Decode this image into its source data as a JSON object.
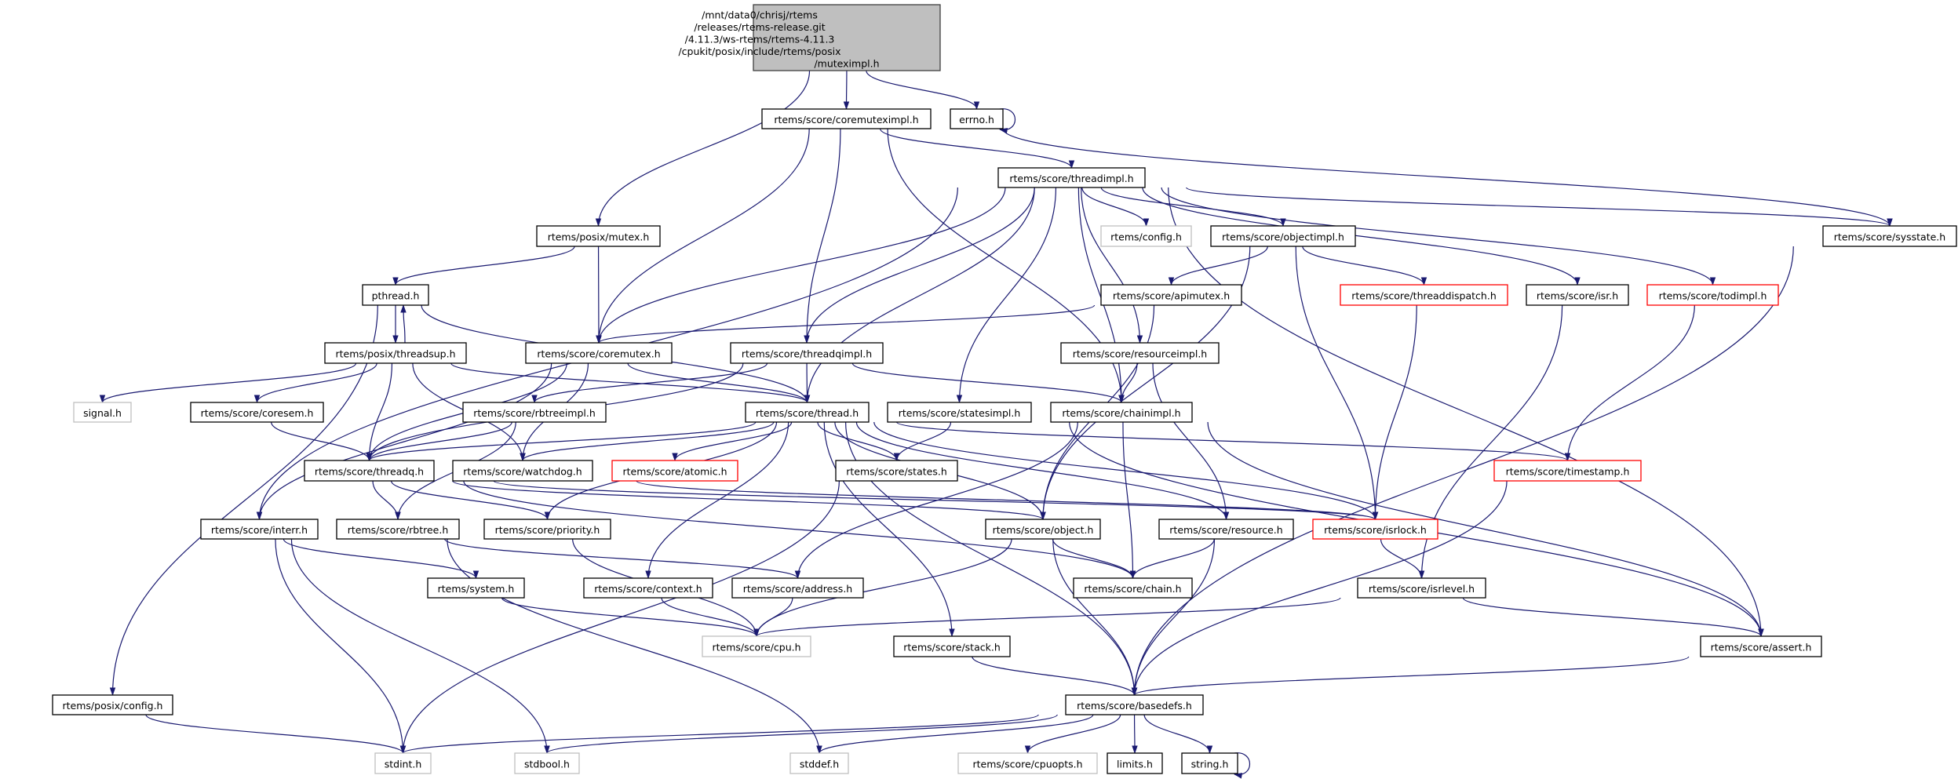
{
  "colors": {
    "edge": "#191970",
    "root_fill": "#bfbfbf",
    "missing_border": "#bfbfbf",
    "truncated_border": "#ff0000",
    "normal_border": "#000000"
  },
  "nodes": [
    {
      "id": "root",
      "label_lines": [
        "/mnt/data0/chrisj/rtems",
        "/releases/rtems-release.git",
        "/4.11.3/ws-rtems/rtems-4.11.3",
        "/cpukit/posix/include/rtems/posix",
        "/muteximpl.h"
      ],
      "style": "root"
    },
    {
      "id": "coremuteximpl",
      "label": "rtems/score/coremuteximpl.h",
      "style": "normal"
    },
    {
      "id": "errno",
      "label": "errno.h",
      "style": "normal"
    },
    {
      "id": "threadimpl",
      "label": "rtems/score/threadimpl.h",
      "style": "normal"
    },
    {
      "id": "mutex",
      "label": "rtems/posix/mutex.h",
      "style": "normal"
    },
    {
      "id": "config",
      "label": "rtems/config.h",
      "style": "gray"
    },
    {
      "id": "objectimpl",
      "label": "rtems/score/objectimpl.h",
      "style": "normal"
    },
    {
      "id": "sysstate",
      "label": "rtems/score/sysstate.h",
      "style": "normal"
    },
    {
      "id": "pthread",
      "label": "pthread.h",
      "style": "normal"
    },
    {
      "id": "apimutex",
      "label": "rtems/score/apimutex.h",
      "style": "normal"
    },
    {
      "id": "threaddispatch",
      "label": "rtems/score/threaddispatch.h",
      "style": "red"
    },
    {
      "id": "isr",
      "label": "rtems/score/isr.h",
      "style": "normal"
    },
    {
      "id": "todimpl",
      "label": "rtems/score/todimpl.h",
      "style": "red"
    },
    {
      "id": "threadsup",
      "label": "rtems/posix/threadsup.h",
      "style": "normal"
    },
    {
      "id": "coremutex",
      "label": "rtems/score/coremutex.h",
      "style": "normal"
    },
    {
      "id": "threadqimpl",
      "label": "rtems/score/threadqimpl.h",
      "style": "normal"
    },
    {
      "id": "resourceimpl",
      "label": "rtems/score/resourceimpl.h",
      "style": "normal"
    },
    {
      "id": "signal",
      "label": "signal.h",
      "style": "gray"
    },
    {
      "id": "coresem",
      "label": "rtems/score/coresem.h",
      "style": "normal"
    },
    {
      "id": "rbtreeimpl",
      "label": "rtems/score/rbtreeimpl.h",
      "style": "normal"
    },
    {
      "id": "thread",
      "label": "rtems/score/thread.h",
      "style": "normal"
    },
    {
      "id": "statesimpl",
      "label": "rtems/score/statesimpl.h",
      "style": "normal"
    },
    {
      "id": "chainimpl",
      "label": "rtems/score/chainimpl.h",
      "style": "normal"
    },
    {
      "id": "threadq",
      "label": "rtems/score/threadq.h",
      "style": "normal"
    },
    {
      "id": "watchdog",
      "label": "rtems/score/watchdog.h",
      "style": "normal"
    },
    {
      "id": "atomic",
      "label": "rtems/score/atomic.h",
      "style": "red"
    },
    {
      "id": "states",
      "label": "rtems/score/states.h",
      "style": "normal"
    },
    {
      "id": "timestamp",
      "label": "rtems/score/timestamp.h",
      "style": "red"
    },
    {
      "id": "interr",
      "label": "rtems/score/interr.h",
      "style": "normal"
    },
    {
      "id": "rbtree",
      "label": "rtems/score/rbtree.h",
      "style": "normal"
    },
    {
      "id": "priority",
      "label": "rtems/score/priority.h",
      "style": "normal"
    },
    {
      "id": "object",
      "label": "rtems/score/object.h",
      "style": "normal"
    },
    {
      "id": "resource",
      "label": "rtems/score/resource.h",
      "style": "normal"
    },
    {
      "id": "isrlock",
      "label": "rtems/score/isrlock.h",
      "style": "red"
    },
    {
      "id": "system",
      "label": "rtems/system.h",
      "style": "normal"
    },
    {
      "id": "context",
      "label": "rtems/score/context.h",
      "style": "normal"
    },
    {
      "id": "address",
      "label": "rtems/score/address.h",
      "style": "normal"
    },
    {
      "id": "chain",
      "label": "rtems/score/chain.h",
      "style": "normal"
    },
    {
      "id": "isrlevel",
      "label": "rtems/score/isrlevel.h",
      "style": "normal"
    },
    {
      "id": "cpu",
      "label": "rtems/score/cpu.h",
      "style": "gray"
    },
    {
      "id": "stack",
      "label": "rtems/score/stack.h",
      "style": "normal"
    },
    {
      "id": "assert",
      "label": "rtems/score/assert.h",
      "style": "normal"
    },
    {
      "id": "posixconfig",
      "label": "rtems/posix/config.h",
      "style": "normal"
    },
    {
      "id": "basedefs",
      "label": "rtems/score/basedefs.h",
      "style": "normal"
    },
    {
      "id": "stdint",
      "label": "stdint.h",
      "style": "gray"
    },
    {
      "id": "stdbool",
      "label": "stdbool.h",
      "style": "gray"
    },
    {
      "id": "stddef",
      "label": "stddef.h",
      "style": "gray"
    },
    {
      "id": "cpuopts",
      "label": "rtems/score/cpuopts.h",
      "style": "gray"
    },
    {
      "id": "limits",
      "label": "limits.h",
      "style": "normal"
    },
    {
      "id": "string",
      "label": "string.h",
      "style": "normal"
    }
  ],
  "edges": [
    [
      "root",
      "mutex"
    ],
    [
      "root",
      "coremuteximpl"
    ],
    [
      "root",
      "errno"
    ],
    [
      "errno",
      "errno"
    ],
    [
      "coremuteximpl",
      "threadimpl"
    ],
    [
      "coremuteximpl",
      "sysstate"
    ],
    [
      "coremuteximpl",
      "coremutex"
    ],
    [
      "coremuteximpl",
      "threadqimpl"
    ],
    [
      "coremuteximpl",
      "chainimpl"
    ],
    [
      "threadimpl",
      "interr"
    ],
    [
      "threadimpl",
      "sysstate"
    ],
    [
      "threadimpl",
      "config"
    ],
    [
      "threadimpl",
      "objectimpl"
    ],
    [
      "threadimpl",
      "isr"
    ],
    [
      "threadimpl",
      "todimpl"
    ],
    [
      "threadimpl",
      "assert"
    ],
    [
      "threadimpl",
      "threadqimpl"
    ],
    [
      "threadimpl",
      "thread"
    ],
    [
      "threadimpl",
      "statesimpl"
    ],
    [
      "threadimpl",
      "resourceimpl"
    ],
    [
      "threadimpl",
      "chainimpl"
    ],
    [
      "threadimpl",
      "coremutex"
    ],
    [
      "mutex",
      "pthread"
    ],
    [
      "mutex",
      "coremutex"
    ],
    [
      "pthread",
      "threadsup"
    ],
    [
      "pthread",
      "posixconfig"
    ],
    [
      "pthread",
      "thread"
    ],
    [
      "threadsup",
      "pthread"
    ],
    [
      "threadsup",
      "signal"
    ],
    [
      "threadsup",
      "coresem"
    ],
    [
      "threadsup",
      "threadq"
    ],
    [
      "threadsup",
      "thread"
    ],
    [
      "threadsup",
      "watchdog"
    ],
    [
      "coremutex",
      "thread"
    ],
    [
      "coremutex",
      "threadq"
    ],
    [
      "coremutex",
      "watchdog"
    ],
    [
      "coremutex",
      "interr"
    ],
    [
      "threadqimpl",
      "thread"
    ],
    [
      "threadqimpl",
      "chainimpl"
    ],
    [
      "threadqimpl",
      "rbtreeimpl"
    ],
    [
      "threadqimpl",
      "threadq"
    ],
    [
      "objectimpl",
      "apimutex"
    ],
    [
      "objectimpl",
      "threaddispatch"
    ],
    [
      "objectimpl",
      "isrlock"
    ],
    [
      "objectimpl",
      "object"
    ],
    [
      "apimutex",
      "coremutex"
    ],
    [
      "apimutex",
      "object"
    ],
    [
      "threaddispatch",
      "isrlock"
    ],
    [
      "isr",
      "isrlevel"
    ],
    [
      "todimpl",
      "timestamp"
    ],
    [
      "resourceimpl",
      "chainimpl"
    ],
    [
      "resourceimpl",
      "resource"
    ],
    [
      "sysstate",
      "basedefs"
    ],
    [
      "coresem",
      "threadq"
    ],
    [
      "rbtreeimpl",
      "rbtree"
    ],
    [
      "rbtreeimpl",
      "threadq"
    ],
    [
      "thread",
      "threadq"
    ],
    [
      "thread",
      "watchdog"
    ],
    [
      "thread",
      "atomic"
    ],
    [
      "thread",
      "states"
    ],
    [
      "thread",
      "priority"
    ],
    [
      "thread",
      "context"
    ],
    [
      "thread",
      "stack"
    ],
    [
      "thread",
      "object"
    ],
    [
      "thread",
      "resource"
    ],
    [
      "thread",
      "isrlock"
    ],
    [
      "thread",
      "timestamp"
    ],
    [
      "thread",
      "basedefs"
    ],
    [
      "statesimpl",
      "states"
    ],
    [
      "statesimpl",
      "assert"
    ],
    [
      "chainimpl",
      "chain"
    ],
    [
      "chainimpl",
      "address"
    ],
    [
      "chainimpl",
      "assert"
    ],
    [
      "threadq",
      "rbtree"
    ],
    [
      "threadq",
      "priority"
    ],
    [
      "threadq",
      "object"
    ],
    [
      "threadq",
      "chain"
    ],
    [
      "threadq",
      "isrlock"
    ],
    [
      "watchdog",
      "isrlock"
    ],
    [
      "states",
      "stdint"
    ],
    [
      "timestamp",
      "basedefs"
    ],
    [
      "interr",
      "system"
    ],
    [
      "interr",
      "stdint"
    ],
    [
      "interr",
      "stdbool"
    ],
    [
      "rbtree",
      "address"
    ],
    [
      "rbtree",
      "stddef"
    ],
    [
      "priority",
      "cpu"
    ],
    [
      "object",
      "chain"
    ],
    [
      "object",
      "cpu"
    ],
    [
      "object",
      "basedefs"
    ],
    [
      "resource",
      "chain"
    ],
    [
      "resource",
      "basedefs"
    ],
    [
      "isrlock",
      "isrlevel"
    ],
    [
      "system",
      "cpu"
    ],
    [
      "context",
      "cpu"
    ],
    [
      "address",
      "cpu"
    ],
    [
      "isrlevel",
      "cpu"
    ],
    [
      "isrlevel",
      "assert"
    ],
    [
      "stack",
      "basedefs"
    ],
    [
      "assert",
      "basedefs"
    ],
    [
      "posixconfig",
      "stdint"
    ],
    [
      "basedefs",
      "stdint"
    ],
    [
      "basedefs",
      "stdbool"
    ],
    [
      "basedefs",
      "stddef"
    ],
    [
      "basedefs",
      "cpuopts"
    ],
    [
      "basedefs",
      "limits"
    ],
    [
      "basedefs",
      "string"
    ],
    [
      "string",
      "string"
    ]
  ]
}
